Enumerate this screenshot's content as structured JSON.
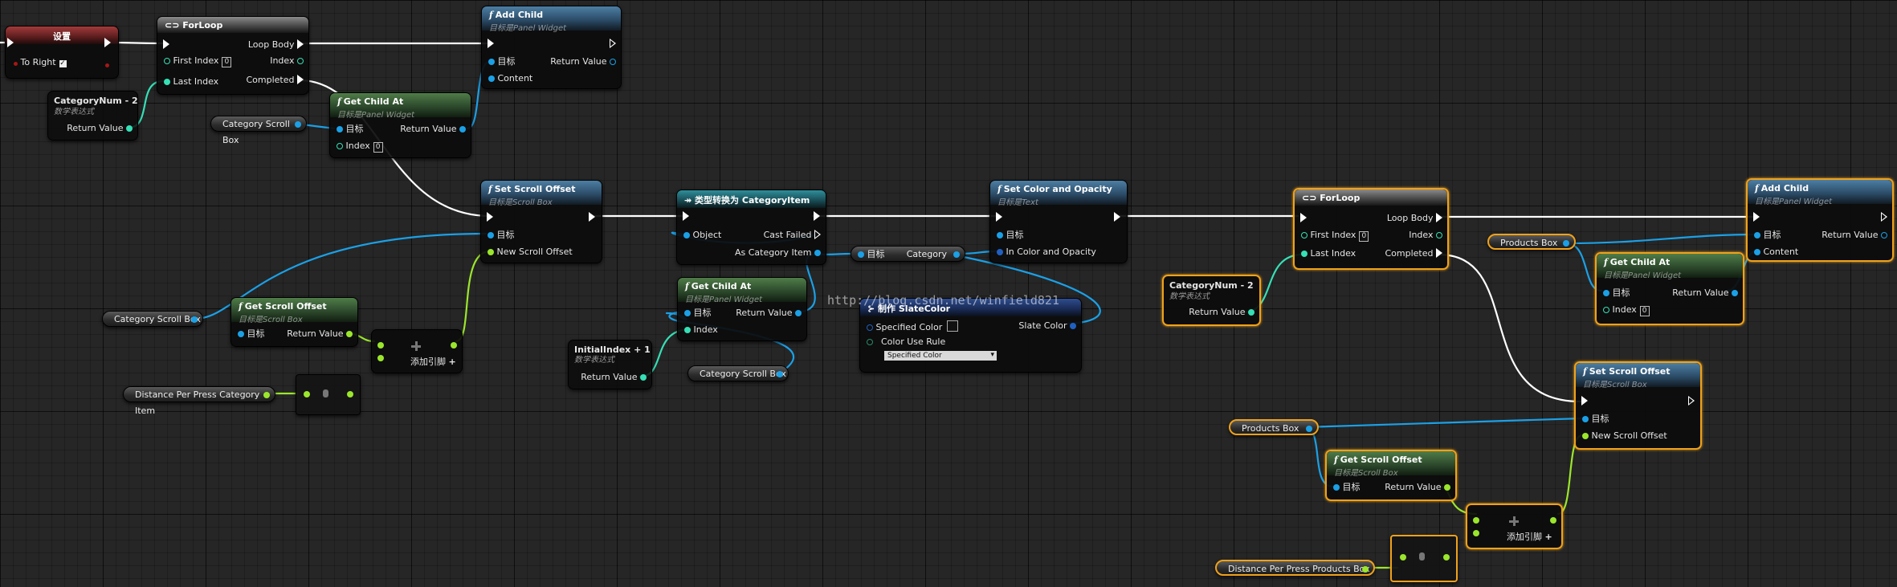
{
  "colors": {
    "exec": "#ffffff",
    "object": "#1ba0e6",
    "int": "#36e0b6",
    "float": "#9be62c",
    "struct": "#2060c0",
    "selection": "#f0a21a"
  },
  "set_node": {
    "title": "设置",
    "pin_to_right": "To Right"
  },
  "forloop_1": {
    "title": "ForLoop",
    "first_index": "First Index",
    "last_index": "Last Index",
    "first_index_value": "0",
    "loop_body": "Loop Body",
    "index": "Index",
    "completed": "Completed"
  },
  "catnum_1": {
    "title": "CategoryNum - 2",
    "subtitle": "数学表达式",
    "return_value": "Return Value"
  },
  "add_child_1": {
    "title": "Add Child",
    "subtitle": "目标是Panel Widget",
    "target": "目标",
    "content": "Content",
    "return_value": "Return Value"
  },
  "get_child_1": {
    "title": "Get Child At",
    "subtitle": "目标是Panel Widget",
    "target": "目标",
    "index": "Index",
    "index_value": "0",
    "return_value": "Return Value"
  },
  "cat_scroll_var_1": {
    "label": "Category Scroll Box"
  },
  "set_scroll_1": {
    "title": "Set Scroll Offset",
    "subtitle": "目标是Scroll Box",
    "target": "目标",
    "new_offset": "New Scroll Offset"
  },
  "cast_node": {
    "title": "类型转换为 CategoryItem",
    "object": "Object",
    "cast_failed": "Cast Failed",
    "as_item": "As Category Item"
  },
  "category_getter": {
    "target": "目标",
    "output": "Category"
  },
  "set_color": {
    "title": "Set Color and Opacity",
    "subtitle": "目标是Text",
    "target": "目标",
    "in_color": "In Color and Opacity"
  },
  "get_scroll_1": {
    "title": "Get Scroll Offset",
    "subtitle": "目标是Scroll Box",
    "target": "目标",
    "return_value": "Return Value"
  },
  "cat_scroll_var_2": {
    "label": "Category Scroll Box"
  },
  "add_node_1": {
    "label": "添加引脚"
  },
  "distance_cat_var": {
    "label": "Distance Per Press Category Item"
  },
  "get_child_2": {
    "title": "Get Child At",
    "subtitle": "目标是Panel Widget",
    "target": "目标",
    "index": "Index",
    "return_value": "Return Value"
  },
  "initial_index": {
    "title": "InitialIndex + 1",
    "subtitle": "数学表达式",
    "return_value": "Return Value"
  },
  "cat_scroll_var_3": {
    "label": "Category Scroll Box"
  },
  "slate_color": {
    "title": "制作 SlateColor",
    "specified": "Specified Color",
    "rule": "Color Use Rule",
    "rule_value": "Specified Color",
    "output": "Slate Color"
  },
  "watermark": "http://blog.csdn.net/winfield821",
  "catnum_2": {
    "title": "CategoryNum - 2",
    "subtitle": "数学表达式",
    "return_value": "Return Value"
  },
  "forloop_2": {
    "title": "ForLoop",
    "first_index": "First Index",
    "last_index": "Last Index",
    "first_index_value": "0",
    "loop_body": "Loop Body",
    "index": "Index",
    "completed": "Completed"
  },
  "products_var_1": {
    "label": "Products Box"
  },
  "add_child_2": {
    "title": "Add Child",
    "subtitle": "目标是Panel Widget",
    "target": "目标",
    "content": "Content",
    "return_value": "Return Value"
  },
  "get_child_3": {
    "title": "Get Child At",
    "subtitle": "目标是Panel Widget",
    "target": "目标",
    "index": "Index",
    "index_value": "0",
    "return_value": "Return Value"
  },
  "set_scroll_2": {
    "title": "Set Scroll Offset",
    "subtitle": "目标是Scroll Box",
    "target": "目标",
    "new_offset": "New Scroll Offset"
  },
  "products_var_2": {
    "label": "Products Box"
  },
  "get_scroll_2": {
    "title": "Get Scroll Offset",
    "subtitle": "目标是Scroll Box",
    "target": "目标",
    "return_value": "Return Value"
  },
  "add_node_2": {
    "label": "添加引脚"
  },
  "distance_prod_var": {
    "label": "Distance Per Press Products Box"
  }
}
